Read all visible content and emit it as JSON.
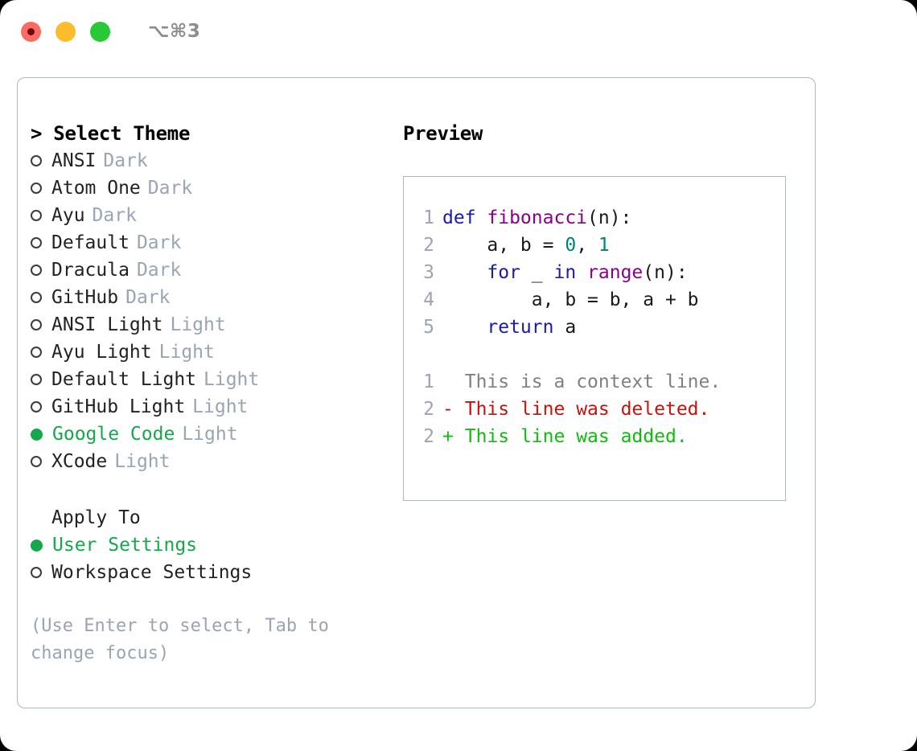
{
  "titlebar": {
    "shortcut": "⌥⌘3",
    "dots": [
      {
        "name": "close-button",
        "color": "#fb6a63"
      },
      {
        "name": "minimize-button",
        "color": "#fcbc2c"
      },
      {
        "name": "maximize-button",
        "color": "#27ca36"
      }
    ]
  },
  "theme_picker": {
    "header": "> Select Theme",
    "items": [
      {
        "label": "ANSI",
        "tag": "Dark",
        "selected": false
      },
      {
        "label": "Atom One",
        "tag": "Dark",
        "selected": false
      },
      {
        "label": "Ayu",
        "tag": "Dark",
        "selected": false
      },
      {
        "label": "Default",
        "tag": "Dark",
        "selected": false
      },
      {
        "label": "Dracula",
        "tag": "Dark",
        "selected": false
      },
      {
        "label": "GitHub",
        "tag": "Dark",
        "selected": false
      },
      {
        "label": "ANSI Light",
        "tag": "Light",
        "selected": false
      },
      {
        "label": "Ayu Light",
        "tag": "Light",
        "selected": false
      },
      {
        "label": "Default Light",
        "tag": "Light",
        "selected": false
      },
      {
        "label": "GitHub Light",
        "tag": "Light",
        "selected": false
      },
      {
        "label": "Google Code",
        "tag": "Light",
        "selected": true
      },
      {
        "label": "XCode",
        "tag": "Light",
        "selected": false
      }
    ]
  },
  "apply_to": {
    "header": "Apply To",
    "items": [
      {
        "label": "User Settings",
        "selected": true
      },
      {
        "label": "Workspace Settings",
        "selected": false
      }
    ]
  },
  "hint": "(Use Enter to select, Tab to change focus)",
  "preview": {
    "header": "Preview",
    "code_lines": [
      {
        "lineno": "1",
        "tokens": [
          {
            "text": "def ",
            "kind": "kw"
          },
          {
            "text": "fibonacci",
            "kind": "fn"
          },
          {
            "text": "(n):",
            "kind": "punc"
          }
        ]
      },
      {
        "lineno": "2",
        "tokens": [
          {
            "text": "    a, b = ",
            "kind": "punc"
          },
          {
            "text": "0",
            "kind": "num"
          },
          {
            "text": ", ",
            "kind": "punc"
          },
          {
            "text": "1",
            "kind": "num"
          }
        ]
      },
      {
        "lineno": "3",
        "tokens": [
          {
            "text": "    ",
            "kind": "punc"
          },
          {
            "text": "for",
            "kind": "kw"
          },
          {
            "text": " _ ",
            "kind": "punc"
          },
          {
            "text": "in",
            "kind": "kw"
          },
          {
            "text": " ",
            "kind": "punc"
          },
          {
            "text": "range",
            "kind": "fn"
          },
          {
            "text": "(n):",
            "kind": "punc"
          }
        ]
      },
      {
        "lineno": "4",
        "tokens": [
          {
            "text": "        a, b = b, a + b",
            "kind": "punc"
          }
        ]
      },
      {
        "lineno": "5",
        "tokens": [
          {
            "text": "    ",
            "kind": "punc"
          },
          {
            "text": "return",
            "kind": "kw"
          },
          {
            "text": " a",
            "kind": "punc"
          }
        ]
      }
    ],
    "diff_lines": [
      {
        "lineno": "1",
        "marker": " ",
        "text": "This is a context line.",
        "kind": "ctx"
      },
      {
        "lineno": "2",
        "marker": "-",
        "text": "This line was deleted.",
        "kind": "del"
      },
      {
        "lineno": "2",
        "marker": "+",
        "text": "This line was added.",
        "kind": "add"
      }
    ]
  },
  "colors": {
    "accent_green": "#14a84a",
    "muted": "#9aa4b4",
    "border": "#aeb7c4",
    "keyword": "#1a1aad",
    "function": "#8b008b",
    "number": "#008080",
    "diff_add": "#11bb11",
    "diff_del": "#c4140d",
    "diff_ctx": "#808080"
  }
}
